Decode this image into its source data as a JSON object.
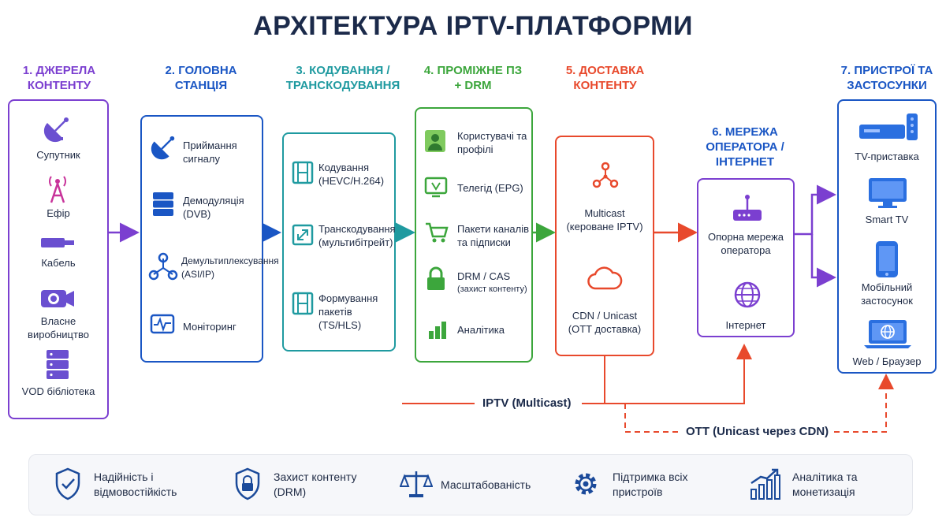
{
  "title": "АРХІТЕКТУРА IPTV-ПЛАТФОРМИ",
  "colors": {
    "purple": "#7b3fd0",
    "blue": "#1a56c4",
    "teal": "#1f9aa0",
    "green": "#3ca63c",
    "red": "#e8492c",
    "navy": "#1b2a4a"
  },
  "columns": {
    "sources": {
      "heading": "1. ДЖЕРЕЛА КОНТЕНТУ",
      "items": [
        "Супутник",
        "Ефір",
        "Кабель",
        "Власне виробництво",
        "VOD бібліотека"
      ]
    },
    "headend": {
      "heading": "2. ГОЛОВНА СТАНЦІЯ",
      "items": [
        "Приймання сигналу",
        "Демодуляція (DVB)",
        "Демультиплексування (ASI/IP)",
        "Моніторинг"
      ]
    },
    "encoding": {
      "heading": "3. КОДУВАННЯ / ТРАНСКОДУВАННЯ",
      "items": [
        "Кодування (HEVC/H.264)",
        "Транскодування (мультибітрейт)",
        "Формування пакетів (TS/HLS)"
      ]
    },
    "middleware": {
      "heading": "4. ПРОМІЖНЕ ПЗ + DRM",
      "items": [
        "Користувачі та профілі",
        "Телегід (EPG)",
        "Пакети каналів та підписки",
        "DRM / CAS",
        "(захист контенту)",
        "Аналітика"
      ]
    },
    "delivery": {
      "heading": "5. ДОСТАВКА КОНТЕНТУ",
      "items": [
        "Multicast (кероване IPTV)",
        "CDN / Unicast (OTT доставка)"
      ]
    },
    "network": {
      "heading": "6. МЕРЕЖА ОПЕРАТОРА / ІНТЕРНЕТ",
      "items": [
        "Опорна мережа оператора",
        "Інтернет"
      ]
    },
    "devices": {
      "heading": "7. ПРИСТРОЇ ТА ЗАСТОСУНКИ",
      "items": [
        "TV-приставка",
        "Smart TV",
        "Мобільний застосунок",
        "Web / Браузер"
      ]
    }
  },
  "flows": {
    "iptv": "IPTV (Multicast)",
    "ott": "OTT (Unicast через CDN)"
  },
  "features": [
    {
      "icon": "shield-check-icon",
      "text": "Надійність і відмовостійкість"
    },
    {
      "icon": "lock-shield-icon",
      "text": "Захист контенту (DRM)"
    },
    {
      "icon": "scales-icon",
      "text": "Масштабованість"
    },
    {
      "icon": "gear-icon",
      "text": "Підтримка всіх пристроїв"
    },
    {
      "icon": "growth-chart-icon",
      "text": "Аналітика та монетизація"
    }
  ]
}
